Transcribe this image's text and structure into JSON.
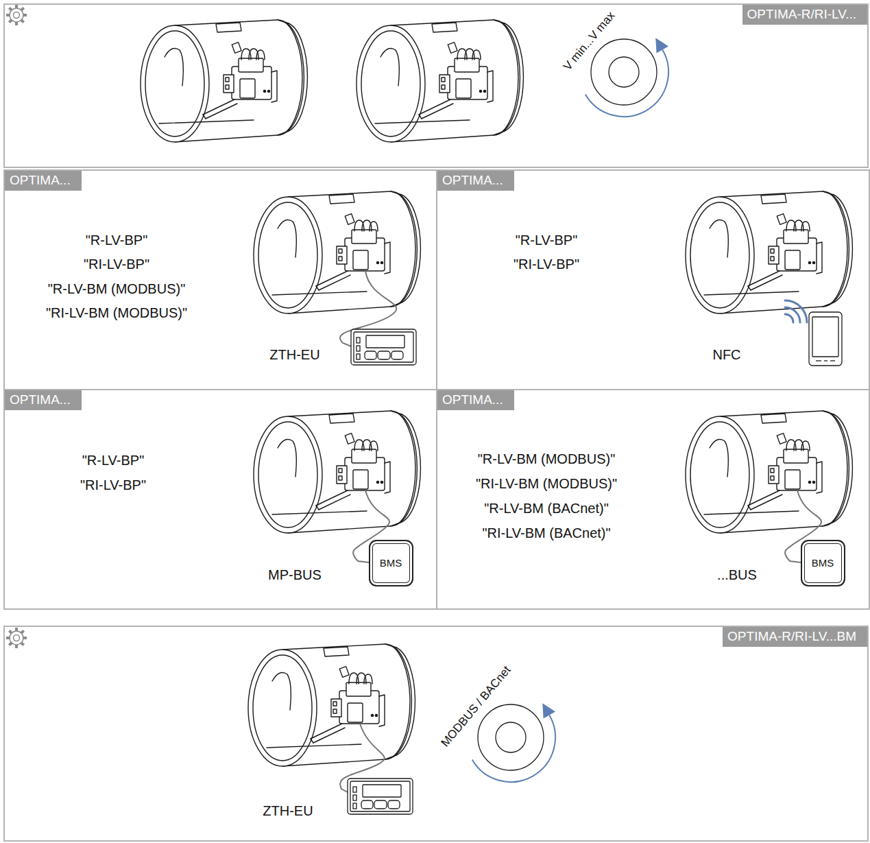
{
  "diagram": {
    "nodes": [
      {
        "text": [
          "OPTIMA-R/RI-LV..."
        ]
      },
      {
        "text": [
          "OPTIMA...",
          "\"R-LV-BP\"",
          "\"RI-LV-BP\"",
          "\"R-LV-BM (MODBUS)\"",
          "\"RI-LV-BM (MODBUS)\"",
          "ZTH-EU"
        ]
      },
      {
        "text": [
          "OPTIMA...",
          "\"R-LV-BP\"",
          "\"RI-LV-BP\"",
          "NFC"
        ]
      },
      {
        "text": [
          "OPTIMA...",
          "\"R-LV-BP\"",
          "\"RI-LV-BP\"",
          "MP-BUS"
        ]
      },
      {
        "text": [
          "BMS"
        ],
        "in": 3
      },
      {
        "text": [
          "OPTIMA...",
          "\"R-LV-BM (MODBUS)\"",
          "\"RI-LV-BM (MODBUS)\"",
          "\"R-LV-BM (BACnet)\"",
          "\"RI-LV-BM (BACnet)\"",
          "...BUS"
        ]
      },
      {
        "text": [
          "BMS"
        ],
        "in": 5
      },
      {
        "text": [
          "OPTIMA-R/RI-LV...BM",
          "ZTH-EU"
        ]
      }
    ],
    "labels": [
      "V min...V max",
      "MODBUS / BACnet"
    ]
  }
}
